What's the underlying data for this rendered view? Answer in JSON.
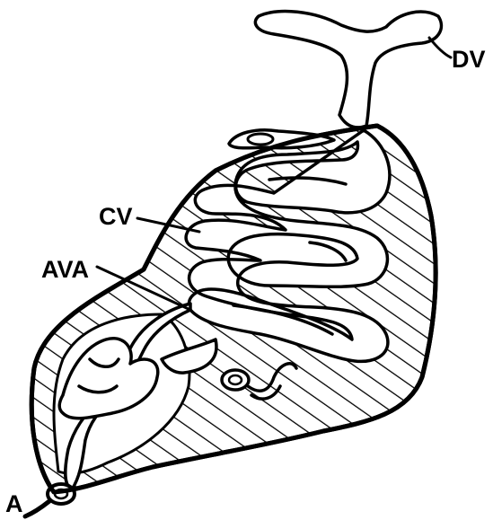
{
  "labels": {
    "dv": "DV",
    "cv": "CV",
    "ava": "AVA",
    "a": "A"
  }
}
